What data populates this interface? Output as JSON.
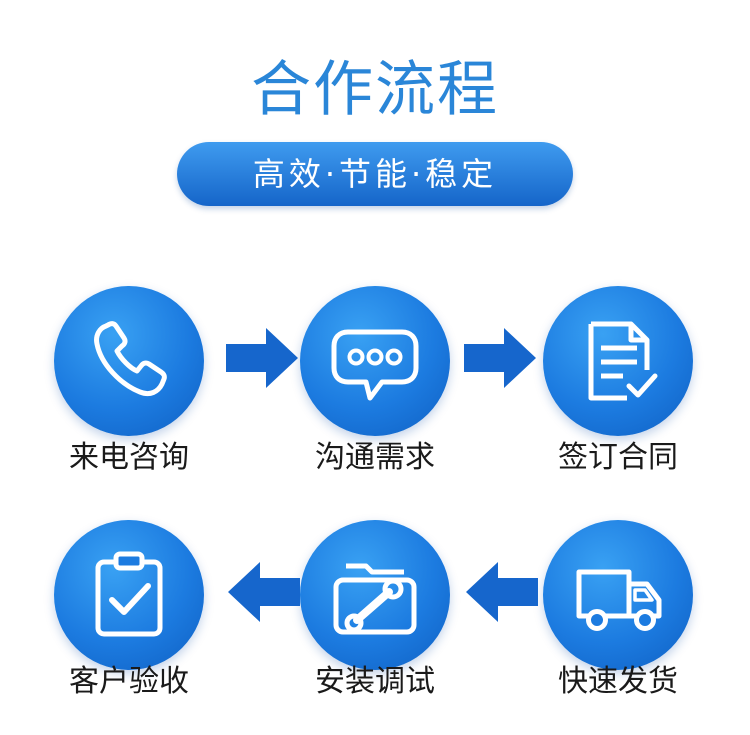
{
  "header": {
    "title": "合作流程",
    "subtitle": "高效·节能·稳定"
  },
  "steps": [
    {
      "label": "来电咨询",
      "icon": "phone-icon"
    },
    {
      "label": "沟通需求",
      "icon": "chat-bubble-icon"
    },
    {
      "label": "签订合同",
      "icon": "contract-document-icon"
    },
    {
      "label": "快速发货",
      "icon": "delivery-truck-icon"
    },
    {
      "label": "安装调试",
      "icon": "wrench-toolbox-icon"
    },
    {
      "label": "客户验收",
      "icon": "clipboard-check-icon"
    }
  ],
  "colors": {
    "primary": "#1c7be0",
    "title": "#2a86d8",
    "arrow": "#1666cc",
    "label": "#1a1a1a"
  }
}
